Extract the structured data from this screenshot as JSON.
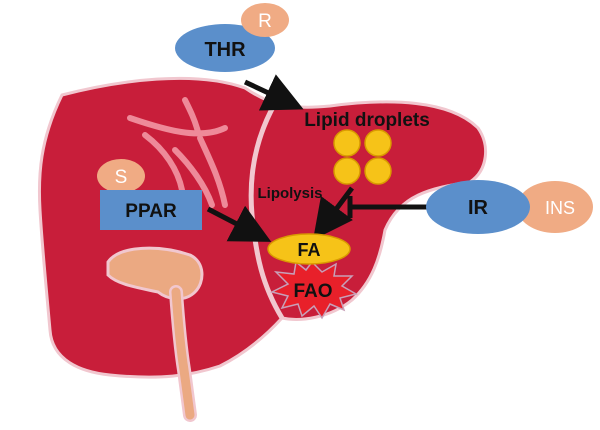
{
  "labels": {
    "thr": "THR",
    "r": "R",
    "lipid_droplets": "Lipid droplets",
    "lipolysis": "Lipolysis",
    "s": "S",
    "ppar": "PPAR",
    "ir": "IR",
    "ins": "INS",
    "fa": "FA",
    "fao": "FAO"
  },
  "colors": {
    "liver": "#c81e3a",
    "liver_outline": "#f1c7cf",
    "gallbladder": "#eba982",
    "receptor_blue": "#5b8fcb",
    "ligand_peach": "#f0ab84",
    "lipid_yellow": "#f6c318",
    "lipid_outline": "#d99a00",
    "fao_burst": "#e8202a",
    "vessel": "#ee8a99",
    "arrow": "#111111"
  },
  "icons": {
    "arrows": "arrow-right",
    "inhibition": "t-bar-inhibition",
    "fao": "starburst"
  }
}
